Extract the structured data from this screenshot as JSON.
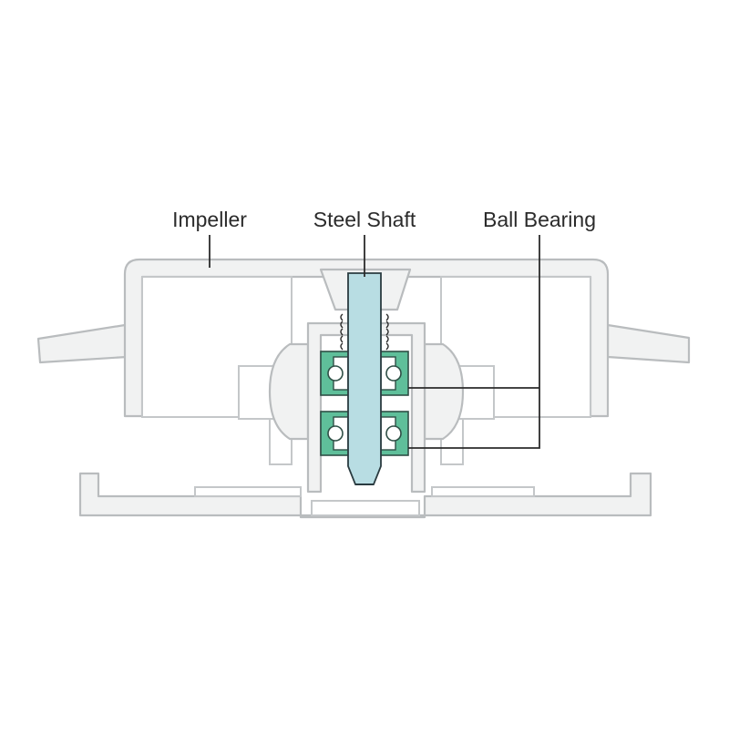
{
  "labels": {
    "impeller": "Impeller",
    "steel_shaft": "Steel Shaft",
    "ball_bearing": "Ball Bearing"
  },
  "colors": {
    "housing_stroke": "#b9bcbe",
    "housing_fill": "#f1f2f2",
    "shaft_fill": "#b8dde3",
    "bearing_fill": "#5fbf9a",
    "leader_line": "#2b2b2b"
  }
}
